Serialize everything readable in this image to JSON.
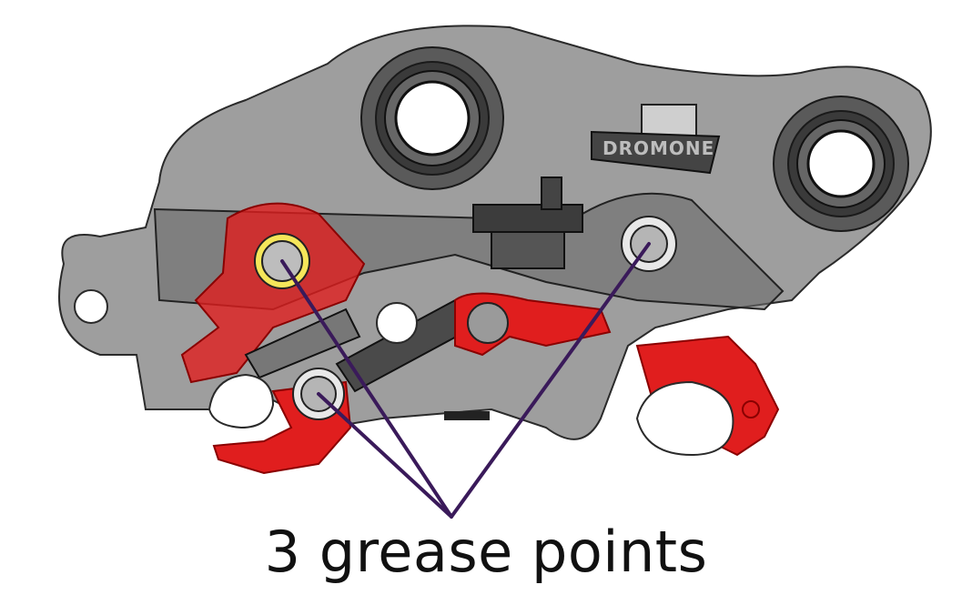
{
  "diagram": {
    "caption": "3 grease points",
    "brand_label": "DROMONE",
    "colors": {
      "body_grey": "#8a8a8a",
      "outline": "#2a2a2a",
      "red_part": "#e01e1e",
      "leader_line": "#3a1a5a",
      "caption_text": "#111111"
    },
    "grease_points": [
      {
        "name": "left-upper-pivot"
      },
      {
        "name": "lower-left-pivot"
      },
      {
        "name": "right-pivot"
      }
    ]
  }
}
